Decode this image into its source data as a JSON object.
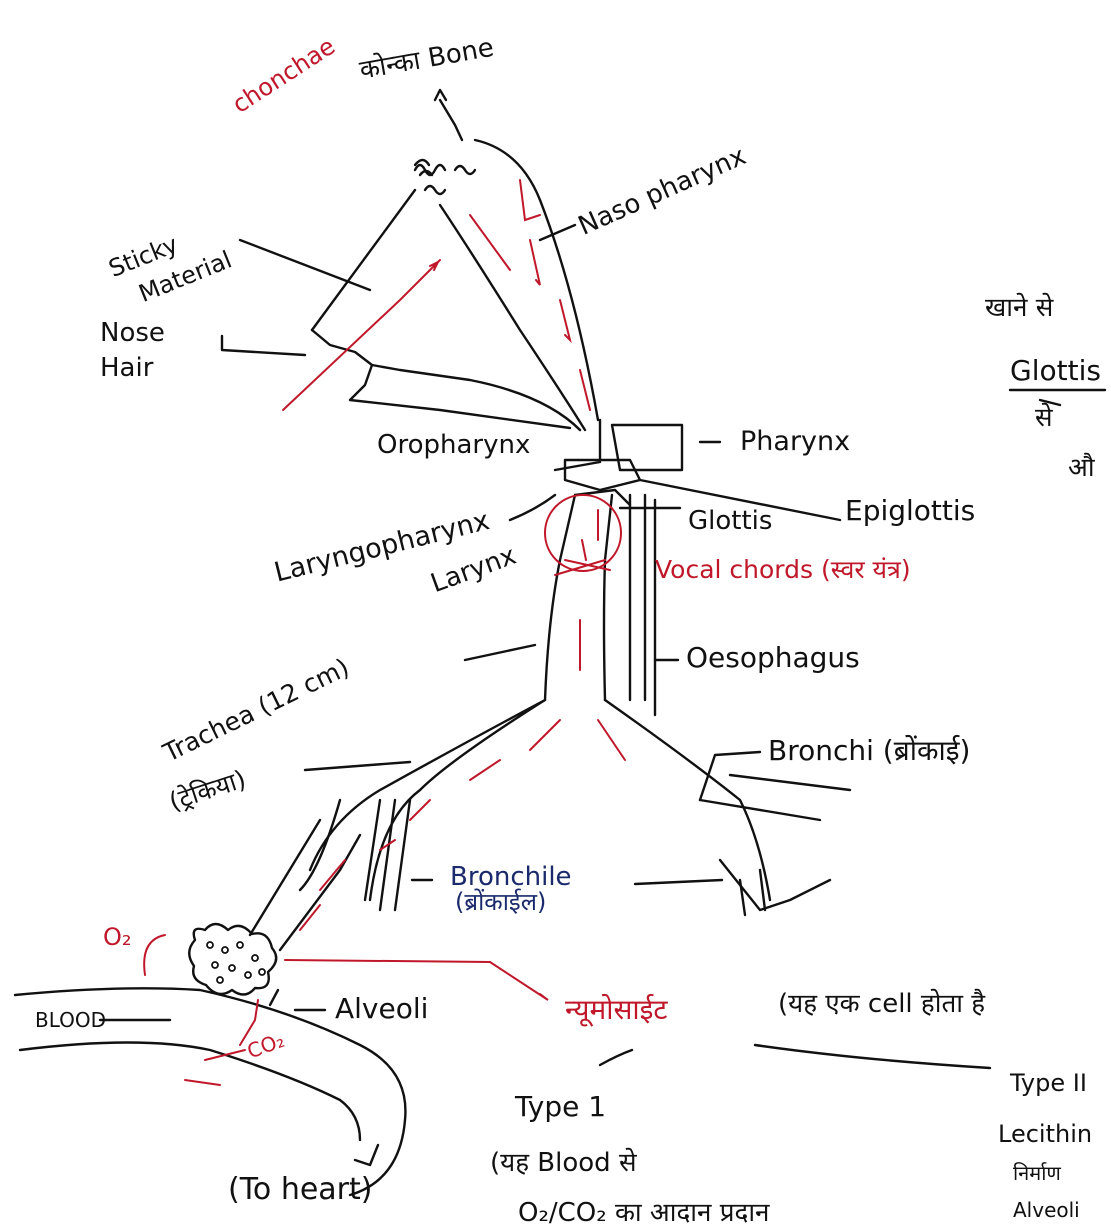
{
  "labels": {
    "conchae_en": "chonchae",
    "conchae_hi": "कोन्का Bone",
    "nasopharynx": "Naso pharynx",
    "sticky": "Sticky",
    "material": "Material",
    "nose": "Nose",
    "hair": "Hair",
    "oropharynx": "Oropharynx",
    "pharynx": "Pharynx",
    "laryngopharynx": "Laryngopharynx",
    "glottis": "Glottis",
    "epiglottis": "Epiglottis",
    "larynx": "Larynx",
    "vocal_chords": "Vocal chords (स्वर यंत्र)",
    "trachea": "Trachea (12 cm)",
    "trachea_hi": "(ट्रेकिया)",
    "oesophagus": "Oesophagus",
    "bronchi": "Bronchi (ब्रोंकाई)",
    "bronchile": "Bronchile",
    "bronchile_hi": "(ब्रोंकाईल)",
    "o2": "O₂",
    "alveoli": "Alveoli",
    "blood": "BLOOD",
    "co2": "CO₂",
    "to_heart": "(To heart)",
    "pneumocyte": "न्यूमोसाईट",
    "pneumocyte_note": "(यह एक cell होता है",
    "type1": "Type 1",
    "type1_desc_1": "(यह Blood से",
    "type1_desc_2": "O₂/CO₂ का आदान प्रदान",
    "type2": "Type II",
    "type2_desc_1": "Lecithin",
    "type2_desc_2": "निर्माण",
    "type2_desc_3": "Alveoli",
    "side_note_1": "खाने से",
    "side_note_2": "Glottis",
    "side_note_3": "से",
    "side_note_4": "औ"
  },
  "colors": {
    "ink": "#111111",
    "red": "#c0182a",
    "blue": "#1a2a6c"
  }
}
